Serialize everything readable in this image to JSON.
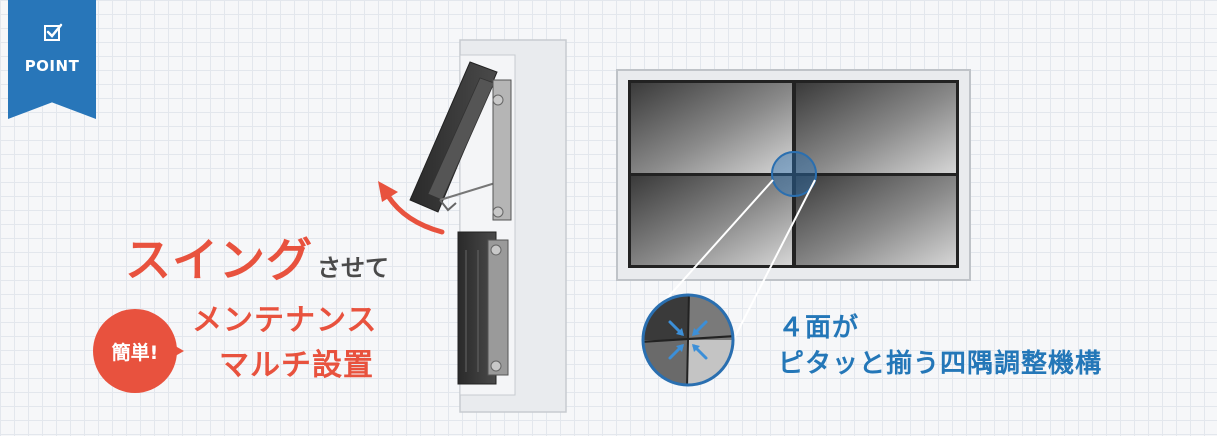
{
  "badge": {
    "label": "POINT"
  },
  "swing": {
    "big": "スイング",
    "small": "させて"
  },
  "easy": {
    "badge_text": "簡単!",
    "line1": "メンテナンス",
    "line2": "マルチ設置"
  },
  "feature": {
    "line1": "４面が",
    "line2": "ピタッと揃う四隅調整機構"
  },
  "colors": {
    "accent_orange": "#e8523e",
    "accent_blue": "#2477b8",
    "badge_blue": "#2876b9"
  }
}
